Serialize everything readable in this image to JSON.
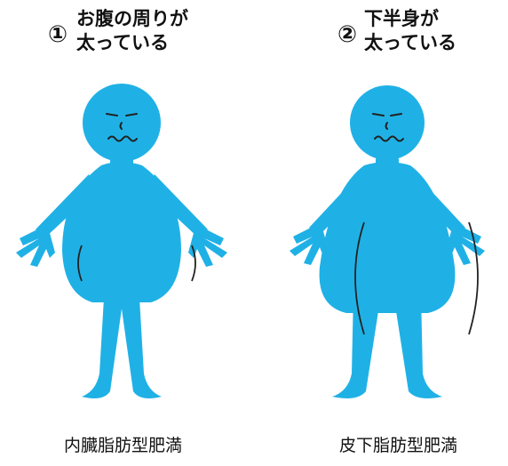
{
  "panels": [
    {
      "number": "①",
      "heading_line1": "お腹の周りが",
      "heading_line2": "太っている",
      "caption": "内臓脂肪型肥満"
    },
    {
      "number": "②",
      "heading_line1": "下半身が",
      "heading_line2": "太っている",
      "caption": "皮下脂肪型肥満"
    }
  ],
  "colors": {
    "figure": "#1fb1e6",
    "line": "#222222"
  },
  "icons": [
    "worried-face-icon",
    "motion-lines-icon"
  ]
}
